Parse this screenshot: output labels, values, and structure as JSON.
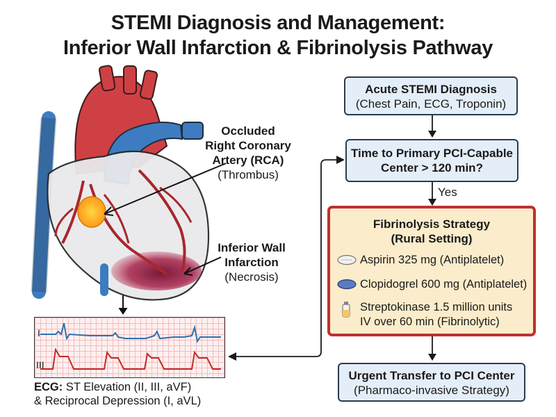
{
  "title": {
    "line1": "STEMI Diagnosis and Management:",
    "line2": "Inferior Wall Infarction & Fibrinolysis Pathway"
  },
  "heart_labels": {
    "occluded_bold_1": "Occluded",
    "occluded_bold_2": "Right Coronary",
    "occluded_bold_3": "Artery (RCA)",
    "occluded_sub": "(Thrombus)",
    "inferior_bold_1": "Inferior Wall",
    "inferior_bold_2": "Infarction",
    "inferior_sub": "(Necrosis)"
  },
  "ecg": {
    "lead_top": "I",
    "lead_bottom": "III",
    "caption_bold": "ECG:",
    "caption_line1": "ST Elevation (II, III, aVF)",
    "caption_line2": "& Reciprocal Depression (I, aVL)"
  },
  "flow": {
    "diagnosis_title": "Acute STEMI Diagnosis",
    "diagnosis_sub": "(Chest Pain, ECG, Troponin)",
    "time_line1": "Time to Primary PCI-Capable",
    "time_line2": "Center > 120 min?",
    "yes_label": "Yes",
    "fib_title": "Fibrinolysis Strategy",
    "fib_sub": "(Rural Setting)",
    "med1": "Aspirin 325 mg (Antiplatelet)",
    "med2": "Clopidogrel 600 mg (Antiplatelet)",
    "med3_line1": "Streptokinase 1.5 million units",
    "med3_line2": "IV over 60 min (Fibrinolytic)",
    "transfer_title": "Urgent Transfer to PCI Center",
    "transfer_sub": "(Pharmaco-invasive Strategy)"
  },
  "colors": {
    "box_fill": "#e4eef8",
    "fib_fill": "#fbeccb",
    "fib_border": "#c0302e",
    "ecg_top_trace": "#2f6fb0",
    "ecg_bottom_trace": "#c62828"
  }
}
